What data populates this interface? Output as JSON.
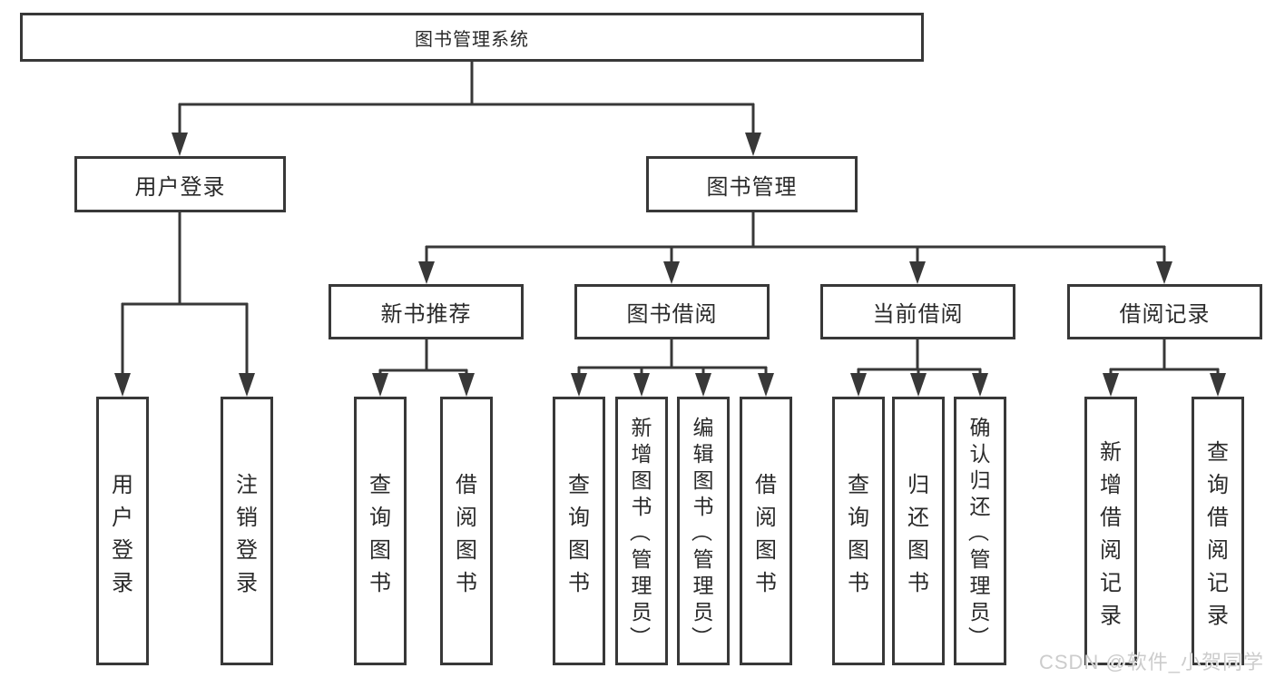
{
  "nodes": {
    "root": "图书管理系统",
    "user_login": "用户登录",
    "book_management": "图书管理",
    "new_book_recommend": "新书推荐",
    "book_borrowing": "图书借阅",
    "current_borrowing": "当前借阅",
    "borrow_records": "借阅记录",
    "leaf_user_login": "用户登录",
    "leaf_logout": "注销登录",
    "leaf_nbr_query_books": "查询图书",
    "leaf_nbr_borrow_books": "借阅图书",
    "leaf_bb_query_books": "查询图书",
    "leaf_bb_add_books_admin": "新增图书（管理员）",
    "leaf_bb_edit_books_admin": "编辑图书（管理员）",
    "leaf_bb_borrow_books": "借阅图书",
    "leaf_cb_query_books": "查询图书",
    "leaf_cb_return_books": "归还图书",
    "leaf_cb_confirm_return_admin": "确认归还（管理员）",
    "leaf_br_add_record": "新增借阅记录",
    "leaf_br_query_record": "查询借阅记录"
  },
  "watermark": "CSDN @软件_小贺同学",
  "colors": {
    "line": "#383838",
    "text": "#2a2a2a",
    "watermark_text": "#cccccc",
    "background": "#ffffff"
  }
}
